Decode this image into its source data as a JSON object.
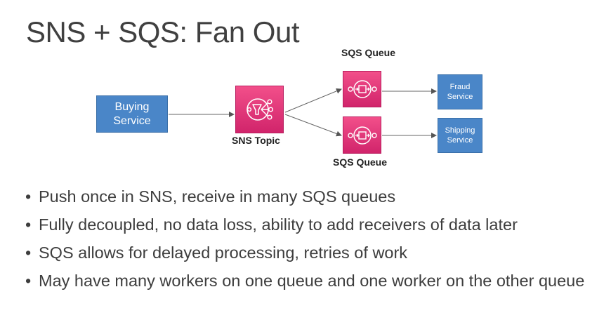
{
  "slide": {
    "title": "SNS + SQS: Fan Out"
  },
  "diagram": {
    "buying_service": "Buying Service",
    "sns_topic_label": "SNS Topic",
    "sqs_queue_top_label": "SQS Queue",
    "sqs_queue_bottom_label": "SQS Queue",
    "fraud_service": "Fraud Service",
    "shipping_service": "Shipping Service",
    "sns_icon": "sns-topic-icon",
    "sqs_icon": "sqs-queue-icon",
    "colors": {
      "service_blue": "#4a86c8",
      "aws_pink": "#e7337a",
      "arrow": "#555555"
    }
  },
  "bullets": [
    "Push once in SNS, receive in many SQS queues",
    "Fully decoupled, no data loss, ability to add receivers of data later",
    "SQS allows for delayed processing, retries of work",
    "May have many workers on one queue and one worker on the other queue"
  ]
}
